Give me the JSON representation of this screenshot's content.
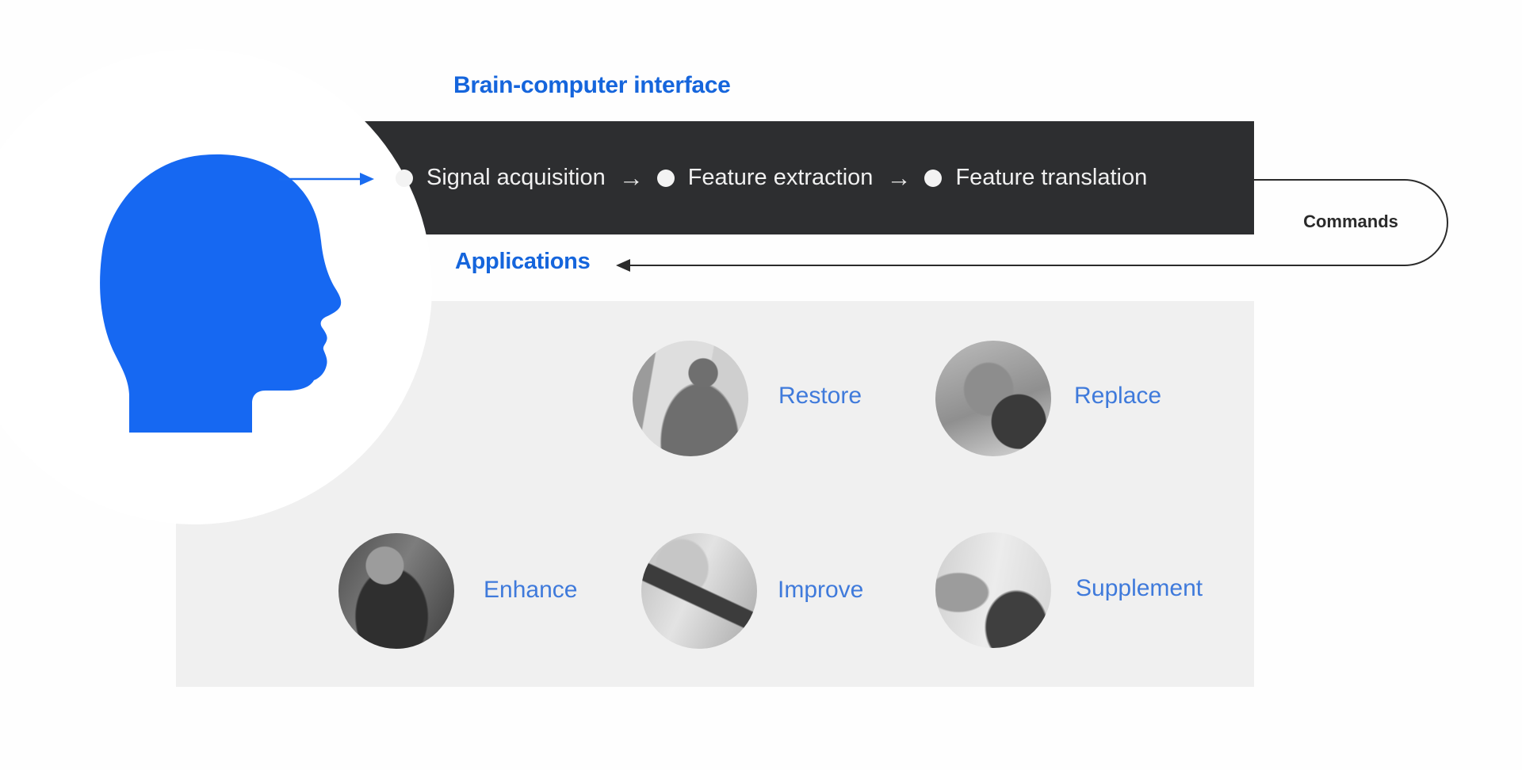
{
  "bci": {
    "title": "Brain-computer interface",
    "pipeline": [
      {
        "label": "Signal acquisition"
      },
      {
        "label": "Feature extraction"
      },
      {
        "label": "Feature translation"
      }
    ],
    "pipeline_arrow": "→",
    "commands": {
      "label": "Commands"
    }
  },
  "applications": {
    "title": "Applications",
    "items": [
      {
        "label": "Restore",
        "photo": "man-wearing-eeg-electrode-cap"
      },
      {
        "label": "Replace",
        "photo": "wheelchair-rugby-athlete-number-24"
      },
      {
        "label": "Enhance",
        "photo": "person-with-headset-driving-simulator"
      },
      {
        "label": "Improve",
        "photo": "robotic-exoskeleton-brace-on-arm"
      },
      {
        "label": "Supplement",
        "photo": "human-hand-and-robotic-arm-writing"
      }
    ]
  },
  "colors": {
    "banner_dark": "#2d2e30",
    "panel_gray": "#f0f0f0",
    "head_blue": "#1668f2",
    "heading_blue": "#1565dc",
    "label_blue": "#3f7adb",
    "line_dark": "#2b2b2b",
    "banner_text": "#f0f0f0"
  }
}
